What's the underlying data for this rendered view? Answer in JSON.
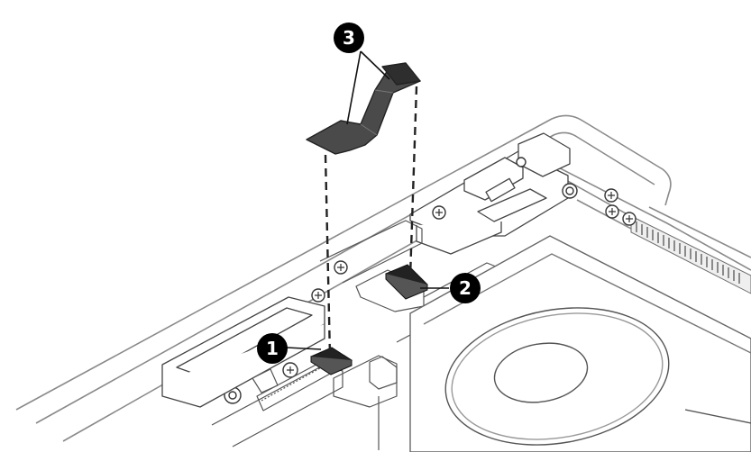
{
  "figure": {
    "callouts": [
      {
        "label": "1",
        "part": "system-board-connector"
      },
      {
        "label": "2",
        "part": "io-board-connector"
      },
      {
        "label": "3",
        "part": "flat-cable"
      }
    ]
  },
  "colors": {
    "line": "#2b2b2b",
    "chassis_stroke": "#8a8a8a",
    "cable_fill": "#4a4a4a",
    "callout_fill": "#000000",
    "callout_text": "#ffffff"
  }
}
